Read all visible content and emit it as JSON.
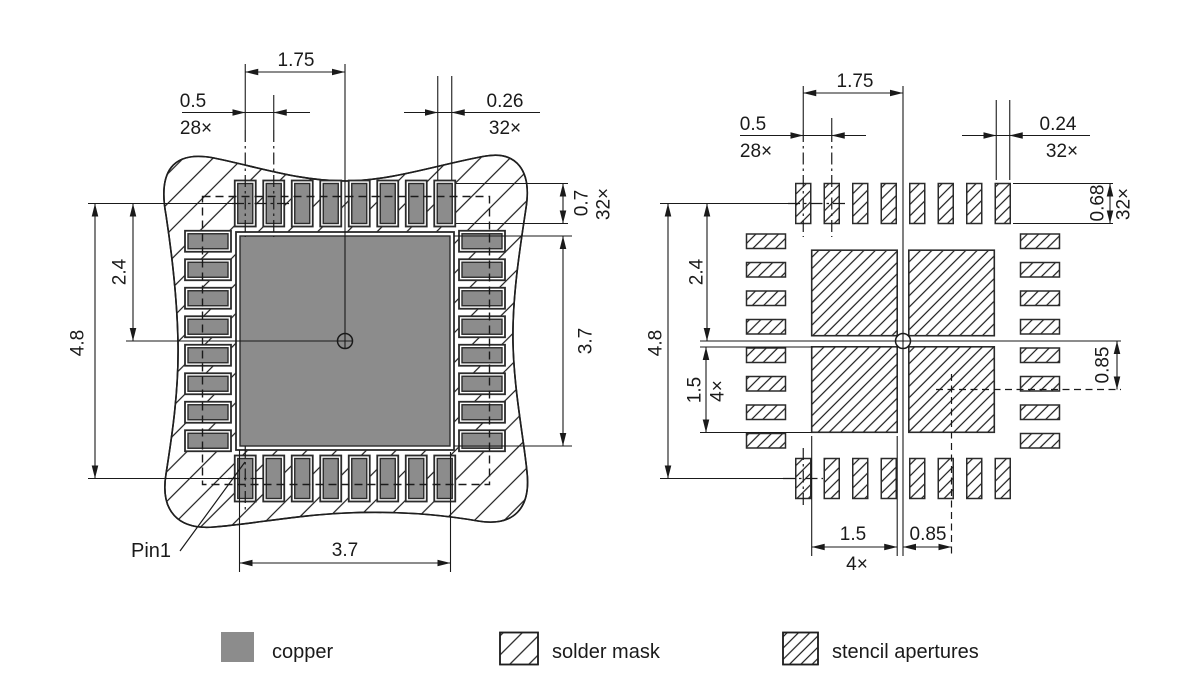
{
  "left_figure": {
    "dims": {
      "pitch_ref": "1.75",
      "pitch": "0.5",
      "pitch_count": "28×",
      "pad_width": "0.26",
      "pad_width_count": "32×",
      "pad_length": "0.7",
      "pad_length_count": "32×",
      "center_offset": "2.4",
      "outer_span": "4.8",
      "pad_row_span": "3.7",
      "thermal_pad": "3.7",
      "pin1": "Pin1"
    }
  },
  "right_figure": {
    "dims": {
      "pitch_ref": "1.75",
      "pitch": "0.5",
      "pitch_count": "28×",
      "aperture_width": "0.24",
      "aperture_width_count": "32×",
      "aperture_length": "0.68",
      "aperture_length_count": "32×",
      "center_offset": "2.4",
      "outer_span": "4.8",
      "quad_size_left": "1.5",
      "quad_count_left": "4×",
      "quad_offset_right": "0.85",
      "quad_size_bottom": "1.5",
      "quad_count_bottom": "4×",
      "quad_offset_bottom": "0.85"
    }
  },
  "legend": {
    "copper": "copper",
    "solder_mask": "solder mask",
    "stencil_apertures": "stencil apertures"
  },
  "colors": {
    "copper_fill": "#8c8c8c",
    "line": "#1a1a1a"
  }
}
